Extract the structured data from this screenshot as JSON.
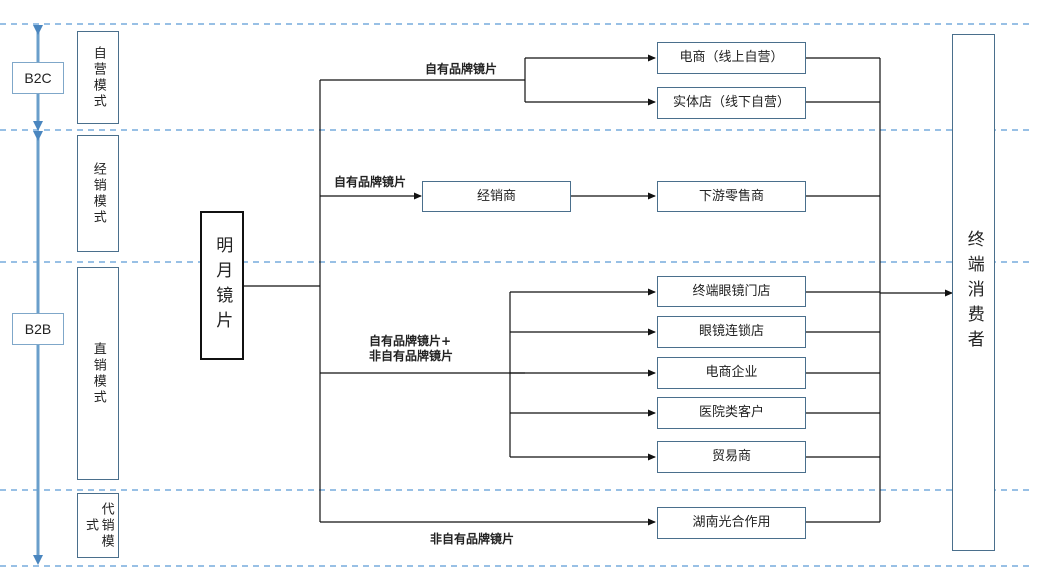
{
  "segments": {
    "b2c": "B2C",
    "b2b": "B2B"
  },
  "modes": {
    "self_operated": "自营模式",
    "distribution": "经销模式",
    "direct": "直销模式",
    "consignment": "代销模式"
  },
  "source": "明月镜片",
  "consumer": "终端消费者",
  "flow_labels": {
    "own_brand_1": "自有品牌镜片",
    "own_brand_2": "自有品牌镜片",
    "mixed_line1": "自有品牌镜片+",
    "mixed_line2": "非自有品牌镜片",
    "non_own": "非自有品牌镜片"
  },
  "channels": {
    "ecommerce_self": "电商（线上自营）",
    "store_self": "实体店（线下自营）",
    "distributor": "经销商",
    "downstream_retailer": "下游零售商",
    "optical_store": "终端眼镜门店",
    "chain_store": "眼镜连锁店",
    "ecommerce_company": "电商企业",
    "hospital": "医院类客户",
    "trader": "贸易商",
    "hunan_guanghe": "湖南光合作用"
  },
  "colors": {
    "box_border": "#4a6f8c",
    "dash": "#5b9bd5",
    "axis": "#6a9fcb"
  }
}
